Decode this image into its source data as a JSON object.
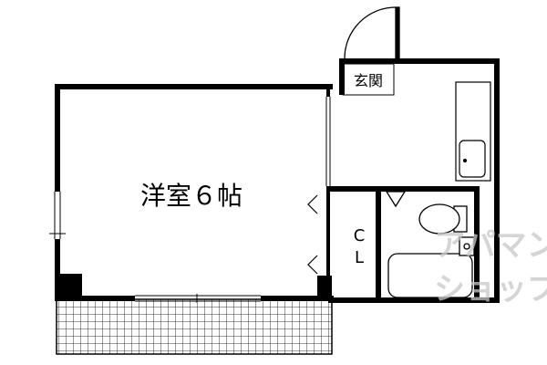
{
  "labels": {
    "genkan": "玄関",
    "western_room": "洋室６帖",
    "closet_c": "C",
    "closet_l": "L"
  },
  "watermark": {
    "line1": "アパマン",
    "line2": "ショップ"
  },
  "colors": {
    "wall": "#000000",
    "background": "#ffffff",
    "watermark": "#c8c8c8"
  }
}
